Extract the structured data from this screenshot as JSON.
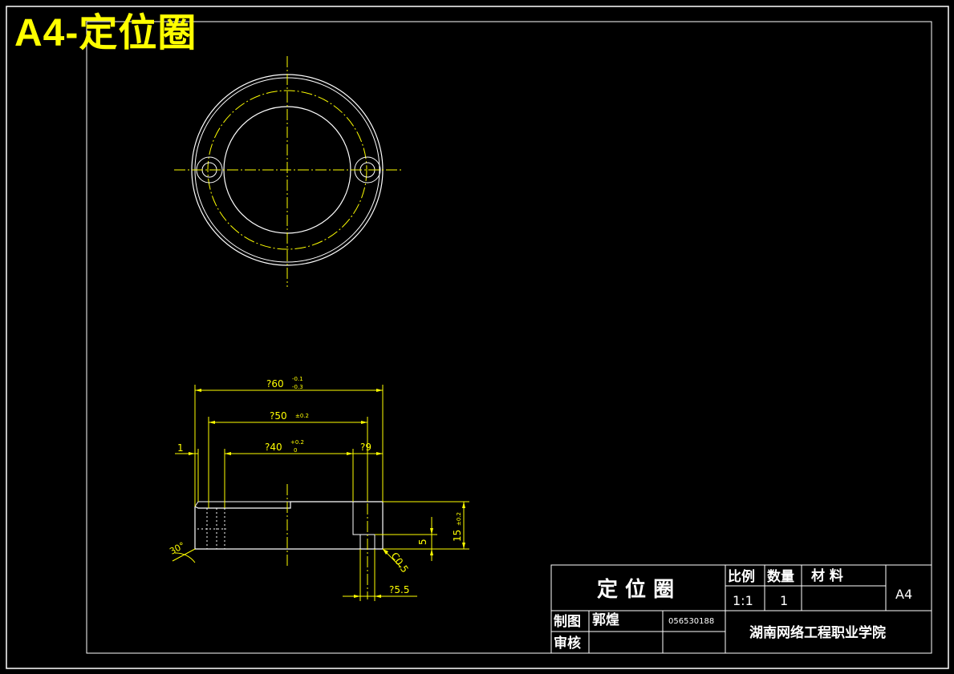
{
  "header": {
    "title": "A4-定位圈"
  },
  "dimensions": {
    "d60": "?60",
    "d60_tol_upper": "-0.1",
    "d60_tol_lower": "-0.3",
    "d50": "?50",
    "d50_tol": "±0.2",
    "d40": "?40",
    "d40_tol_upper": "+0.2",
    "d40_tol_lower": "0",
    "d9": "?9",
    "wall": "1",
    "d5_5": "?5.5",
    "depth5": "5",
    "height15": "15",
    "height15_tol": "±0.2",
    "chamfer": "C0.5",
    "angle": "30°"
  },
  "title_block": {
    "part_name": "定 位 圈",
    "scale_label": "比例",
    "qty_label": "数量",
    "material_label": "材    料",
    "scale_value": "1:1",
    "qty_value": "1",
    "format": "A4",
    "drawn_label": "制图",
    "drawn_by": "郭煌",
    "student_id": "056530188",
    "check_label": "审核",
    "school": "湖南网络工程职业学院"
  },
  "colors": {
    "outline": "#ffffff",
    "dimension": "#ffff00",
    "background": "#000000"
  }
}
